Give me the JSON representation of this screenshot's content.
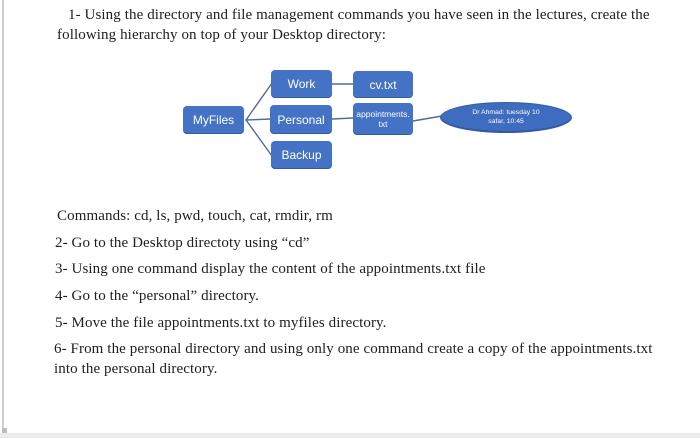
{
  "intro": {
    "lines": [
      "1- Using the directory and file management commands you have seen in the lectures, create the",
      "following hierarchy on top of your Desktop directory:"
    ]
  },
  "diagram": {
    "nodes": {
      "myfiles": "MyFiles",
      "work": "Work",
      "personal": "Personal",
      "backup": "Backup",
      "cv": "cv.txt",
      "appointments_lines": [
        "appointments.",
        "txt"
      ],
      "note_lines": [
        "Dr Ahmad: tuesday 10",
        "safar, 10:45"
      ]
    },
    "colors": {
      "node_fill": "#4472C4",
      "ellipse_fill": "#3E6CBF",
      "node_border": "#2F5597",
      "connector": "#4F6A9E",
      "node_text": "#FFFFFF"
    }
  },
  "commands_line": "Commands: cd, ls, pwd, touch, cat, rmdir, rm",
  "tasks": [
    {
      "lines": [
        "2- Go to the Desktop directoty using “cd”"
      ]
    },
    {
      "lines": [
        "3- Using one command display the content of the appointments.txt file"
      ]
    },
    {
      "lines": [
        "4- Go to the “personal” directory."
      ]
    },
    {
      "lines": [
        "5- Move the file appointments.txt to myfiles directory."
      ]
    },
    {
      "lines": [
        "6- From the personal directory and using only one command create a copy of the appointments.txt",
        "into the personal directory."
      ]
    }
  ]
}
